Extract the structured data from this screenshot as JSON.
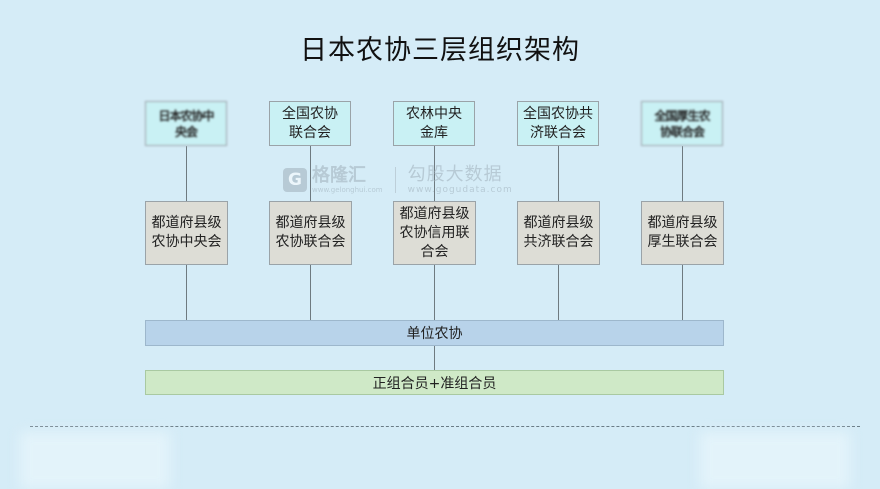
{
  "title": "日本农协三层组织架构",
  "top_row": [
    {
      "text": "日本农协中央会",
      "blurred": true
    },
    {
      "text": "全国农协联合会",
      "blurred": false
    },
    {
      "text": "农林中央金库",
      "blurred": false
    },
    {
      "text": "全国农协共济联合会",
      "blurred": false
    },
    {
      "text": "全国厚生农协联合会",
      "blurred": true
    }
  ],
  "middle_row": [
    "都道府县级农协中央会",
    "都道府县级农协联合会",
    "都道府县级农协信用联合会",
    "都道府县级共济联合会",
    "都道府县级厚生联合会"
  ],
  "unit_bar": "单位农协",
  "member_bar": "正组合员+准组合员",
  "watermark": {
    "logo": "G",
    "brand": "格隆汇",
    "brand_url": "www.gelonghui.com",
    "partner": "勾股大数据",
    "partner_url": "www.gogudata.com"
  },
  "colors": {
    "background": "#d5ecf7",
    "top_box": "#c9f1f4",
    "mid_box": "#ddddd6",
    "unit_bar": "#b8d3ea",
    "member_bar": "#cfe9c7"
  }
}
